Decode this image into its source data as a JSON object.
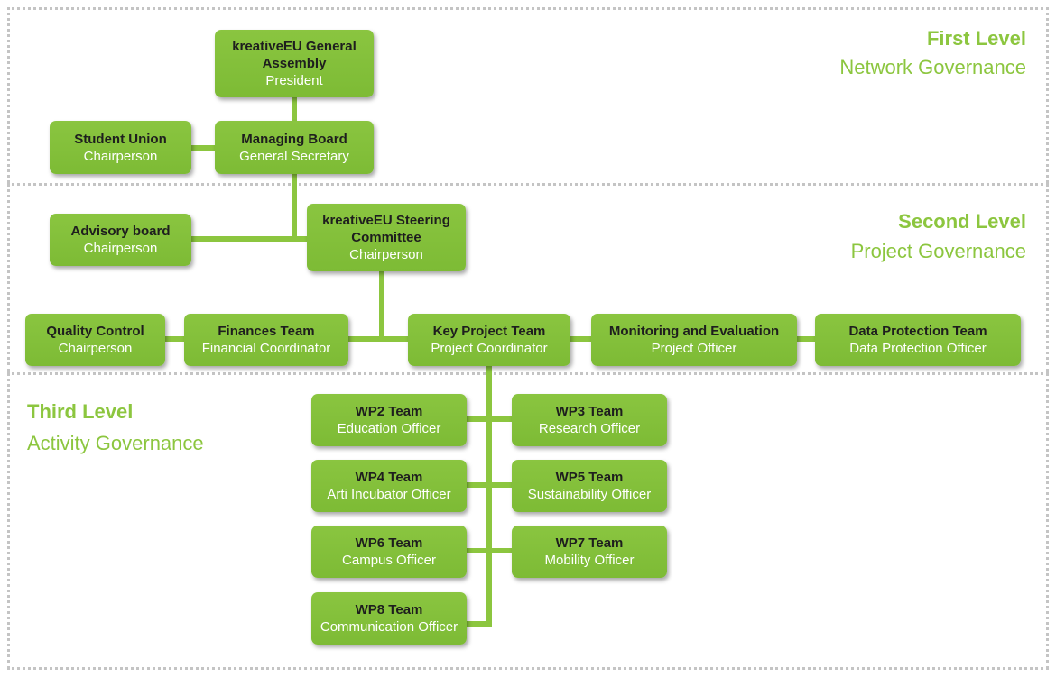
{
  "levels": {
    "first": {
      "title": "First Level",
      "subtitle": "Network Governance"
    },
    "second": {
      "title": "Second Level",
      "subtitle": "Project Governance"
    },
    "third": {
      "title": "Third Level",
      "subtitle": "Activity Governance"
    }
  },
  "nodes": {
    "general_assembly": {
      "title": "kreativeEU General Assembly",
      "role": "President"
    },
    "student_union": {
      "title": "Student Union",
      "role": "Chairperson"
    },
    "managing_board": {
      "title": "Managing Board",
      "role": "General Secretary"
    },
    "advisory_board": {
      "title": "Advisory board",
      "role": "Chairperson"
    },
    "steering_committee": {
      "title": "kreativeEU Steering Committee",
      "role": "Chairperson"
    },
    "quality_control": {
      "title": "Quality Control",
      "role": "Chairperson"
    },
    "finances_team": {
      "title": "Finances Team",
      "role": "Financial Coordinator"
    },
    "key_project_team": {
      "title": "Key Project Team",
      "role": "Project Coordinator"
    },
    "monitoring_evaluation": {
      "title": "Monitoring and Evaluation",
      "role": "Project Officer"
    },
    "data_protection": {
      "title": "Data Protection Team",
      "role": "Data Protection Officer"
    },
    "wp2": {
      "title": "WP2 Team",
      "role": "Education Officer"
    },
    "wp3": {
      "title": "WP3 Team",
      "role": "Research Officer"
    },
    "wp4": {
      "title": "WP4 Team",
      "role": "Arti Incubator Officer"
    },
    "wp5": {
      "title": "WP5 Team",
      "role": "Sustainability Officer"
    },
    "wp6": {
      "title": "WP6 Team",
      "role": "Campus Officer"
    },
    "wp7": {
      "title": "WP7 Team",
      "role": "Mobility Officer"
    },
    "wp8": {
      "title": "WP8 Team",
      "role": "Communication Officer"
    }
  },
  "colors": {
    "box": "#8ac540",
    "accent": "#8cc63f",
    "line": "#8cc63f",
    "border": "#c4c4c4"
  }
}
